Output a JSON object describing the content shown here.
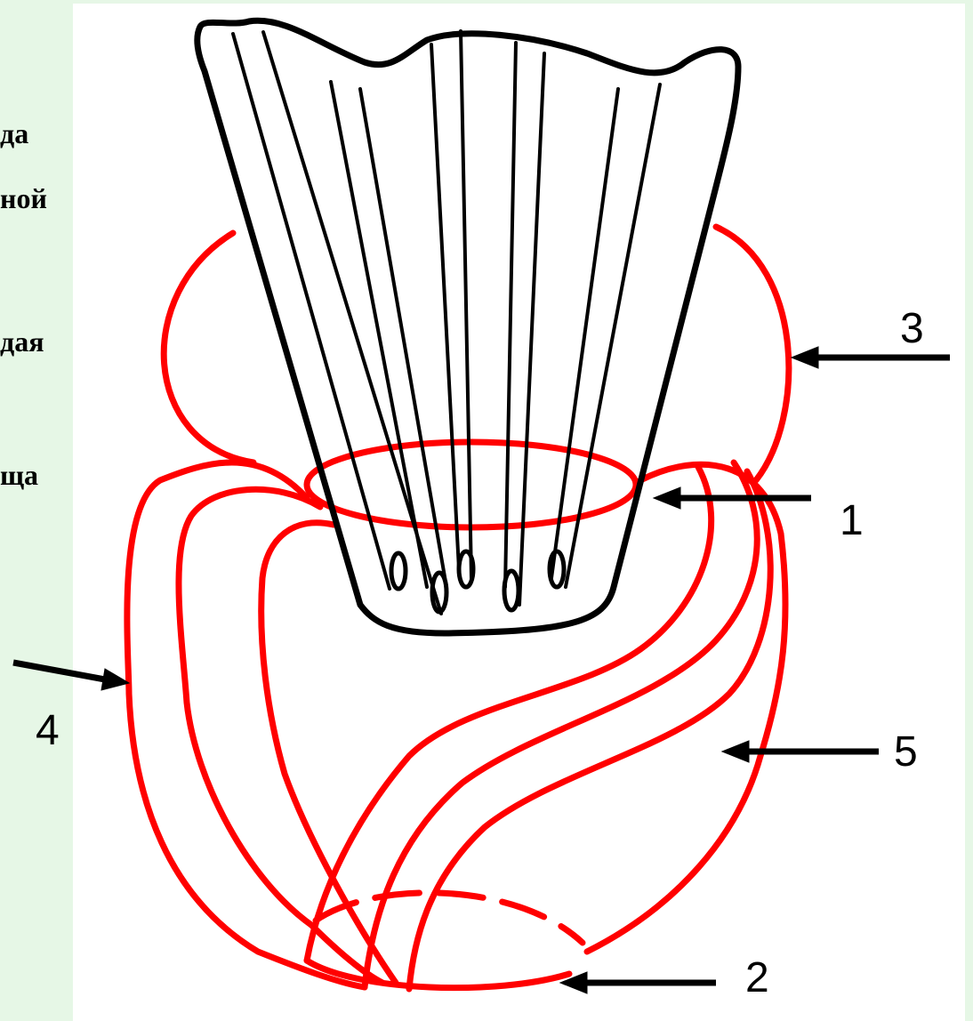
{
  "side_text": [
    "да",
    "ной",
    "дая",
    "ща"
  ],
  "labels": {
    "l1": "1",
    "l2": "2",
    "l3": "3",
    "l4": "4",
    "l5": "5"
  },
  "colors": {
    "background": "#e6f7e6",
    "white_area": "#ffffff",
    "red_lines": "#ff0000",
    "black_lines": "#000000"
  }
}
